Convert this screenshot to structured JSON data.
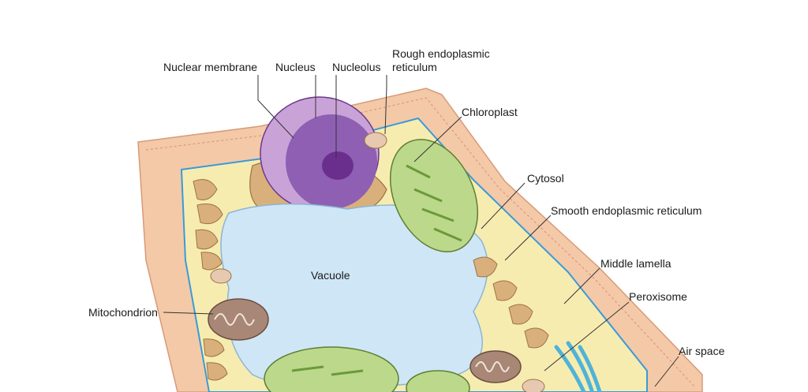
{
  "labels": {
    "nuclear_membrane": "Nuclear membrane",
    "nucleus": "Nucleus",
    "nucleolus": "Nucleolus",
    "rough_er_line1": "Rough endoplasmic",
    "rough_er_line2": "reticulum",
    "chloroplast": "Chloroplast",
    "cytosol": "Cytosol",
    "smooth_er": "Smooth endoplasmic reticulum",
    "middle_lamella": "Middle lamella",
    "peroxisome": "Peroxisome",
    "air_space": "Air space",
    "vacuole": "Vacuole",
    "mitochondrion": "Mitochondrion"
  },
  "colors": {
    "cell_wall": "#f3c9a8",
    "cytoplasm": "#f7ecb0",
    "vacuole": "#cfe6f7",
    "nucleus": "#8e5fb3",
    "nuclear_envelope": "#c9a3d8",
    "nucleolus": "#6a2f8c",
    "chloroplast": "#bcd88a",
    "thylakoid": "#6a9a3a",
    "er": "#d9b07c",
    "mitochondrion": "#a88776",
    "golgi": "#4fb3d9"
  }
}
